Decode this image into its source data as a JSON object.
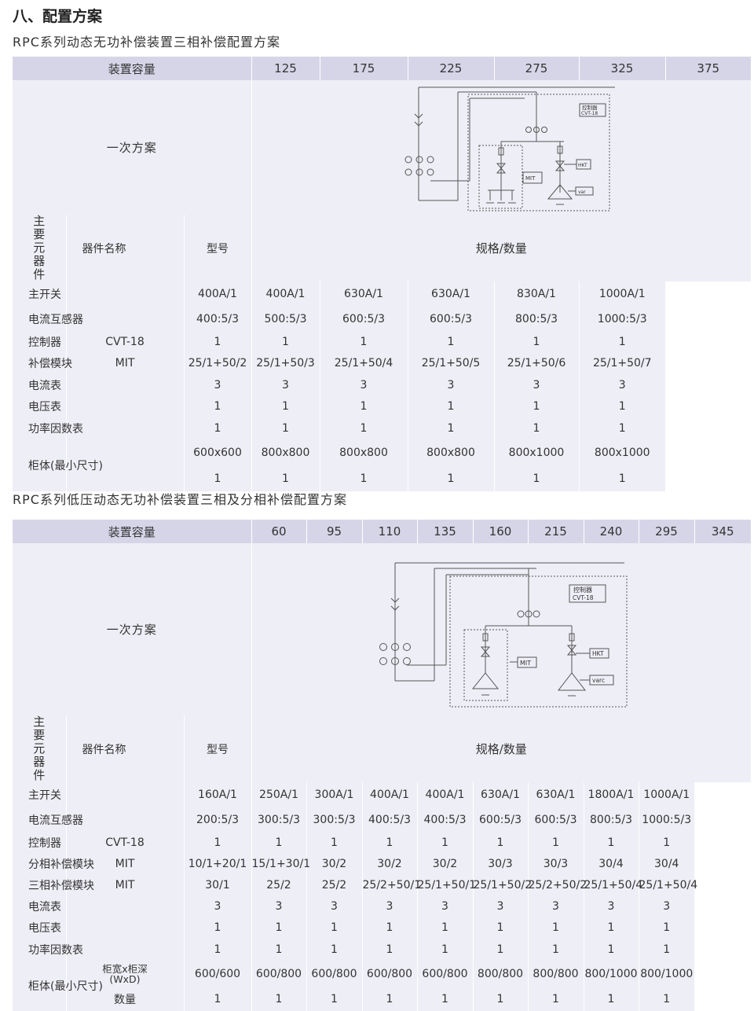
{
  "section_title": "八、配置方案",
  "table1": {
    "title": "RPC系列动态无功补偿装置三相补偿配置方案",
    "header_label": "装置容量",
    "capacities": [
      "125",
      "175",
      "225",
      "275",
      "325",
      "375"
    ],
    "scheme_label": "一次方案",
    "scheme_text": {
      "controller": "控制器",
      "cvt": "CVT-18",
      "mit": "MIT",
      "hkt": "HKT",
      "var": "var"
    },
    "group_label": "主要元器件",
    "col_name": "器件名称",
    "col_model": "型号",
    "col_spec": "规格/数量",
    "rows": [
      {
        "name": "主开关",
        "model": "",
        "values": [
          "400A/1",
          "400A/1",
          "630A/1",
          "630A/1",
          "830A/1",
          "1000A/1"
        ]
      },
      {
        "name": "电流互感器",
        "model": "",
        "values": [
          "400:5/3",
          "500:5/3",
          "600:5/3",
          "600:5/3",
          "800:5/3",
          "1000:5/3"
        ]
      },
      {
        "name": "控制器",
        "model": "CVT-18",
        "values": [
          "1",
          "1",
          "1",
          "1",
          "1",
          "1"
        ]
      },
      {
        "name": "补偿模块",
        "model": "MIT",
        "values": [
          "25/1+50/2",
          "25/1+50/3",
          "25/1+50/4",
          "25/1+50/5",
          "25/1+50/6",
          "25/1+50/7"
        ]
      },
      {
        "name": "电流表",
        "model": "",
        "values": [
          "3",
          "3",
          "3",
          "3",
          "3",
          "3"
        ]
      },
      {
        "name": "电压表",
        "model": "",
        "values": [
          "1",
          "1",
          "1",
          "1",
          "1",
          "1"
        ]
      },
      {
        "name": "功率因数表",
        "model": "",
        "values": [
          "1",
          "1",
          "1",
          "1",
          "1",
          "1"
        ]
      }
    ],
    "cabinet_label": "柜体(最小尺寸)",
    "cabinet_sizes": [
      "600x600",
      "800x800",
      "800x800",
      "800x800",
      "800x1000",
      "800x1000"
    ],
    "cabinet_qty": [
      "1",
      "1",
      "1",
      "1",
      "1",
      "1"
    ]
  },
  "table2": {
    "title": "RPC系列低压动态无功补偿装置三相及分相补偿配置方案",
    "header_label": "装置容量",
    "capacities": [
      "60",
      "95",
      "110",
      "135",
      "160",
      "215",
      "240",
      "295",
      "345"
    ],
    "scheme_label": "一次方案",
    "scheme_text": {
      "controller": "控制器",
      "cvt": "CVT-18",
      "mit": "MIT",
      "hkt": "HKT",
      "varc": "varc"
    },
    "group_label": "主要元器件",
    "col_name": "器件名称",
    "col_model": "型号",
    "col_spec": "规格/数量",
    "rows": [
      {
        "name": "主开关",
        "model": "",
        "values": [
          "160A/1",
          "250A/1",
          "300A/1",
          "400A/1",
          "400A/1",
          "630A/1",
          "630A/1",
          "1800A/1",
          "1000A/1"
        ]
      },
      {
        "name": "电流互感器",
        "model": "",
        "values": [
          "200:5/3",
          "300:5/3",
          "300:5/3",
          "400:5/3",
          "400:5/3",
          "600:5/3",
          "600:5/3",
          "800:5/3",
          "1000:5/3"
        ]
      },
      {
        "name": "控制器",
        "model": "CVT-18",
        "values": [
          "1",
          "1",
          "1",
          "1",
          "1",
          "1",
          "1",
          "1",
          "1"
        ]
      },
      {
        "name": "分相补偿模块",
        "model": "MIT",
        "values": [
          "10/1+20/1",
          "15/1+30/1",
          "30/2",
          "30/2",
          "30/2",
          "30/3",
          "30/3",
          "30/4",
          "30/4"
        ]
      },
      {
        "name": "三相补偿模块",
        "model": "MIT",
        "values": [
          "30/1",
          "25/2",
          "25/2",
          "25/2+50/1",
          "25/1+50/1",
          "25/1+50/2",
          "25/2+50/2",
          "25/1+50/4",
          "25/1+50/4"
        ]
      },
      {
        "name": "电流表",
        "model": "",
        "values": [
          "3",
          "3",
          "3",
          "3",
          "3",
          "3",
          "3",
          "3",
          "3"
        ]
      },
      {
        "name": "电压表",
        "model": "",
        "values": [
          "1",
          "1",
          "1",
          "1",
          "1",
          "1",
          "1",
          "1",
          "1"
        ]
      },
      {
        "name": "功率因数表",
        "model": "",
        "values": [
          "1",
          "1",
          "1",
          "1",
          "1",
          "1",
          "1",
          "1",
          "1"
        ]
      }
    ],
    "cabinet_label": "柜体(最小尺寸)",
    "cabinet_size_model_line1": "柜宽x柜深",
    "cabinet_size_model_line2": "(WxD)",
    "cabinet_qty_model": "数量",
    "cabinet_sizes": [
      "600/600",
      "600/800",
      "600/800",
      "600/800",
      "600/800",
      "800/800",
      "800/800",
      "800/1000",
      "800/1000"
    ],
    "cabinet_qty": [
      "1",
      "1",
      "1",
      "1",
      "1",
      "1",
      "1",
      "1",
      "1"
    ]
  }
}
